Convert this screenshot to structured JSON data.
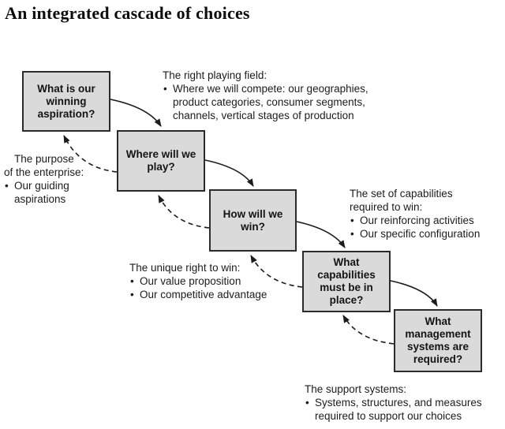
{
  "title": "An integrated cascade of choices",
  "diagram": {
    "boxes": [
      {
        "label": "What is our winning aspiration?"
      },
      {
        "label": "Where will we play?"
      },
      {
        "label": "How will we win?"
      },
      {
        "label": "What capabilities must be in place?"
      },
      {
        "label": "What management systems are required?"
      }
    ],
    "annotations": [
      {
        "heading": "The right playing field:",
        "bullets": [
          "Where we will compete: our geographies,\nproduct categories, consumer segments,\nchannels, vertical stages of production"
        ]
      },
      {
        "heading": "The purpose\nof the enterprise:",
        "bullets": [
          "Our guiding\naspirations"
        ]
      },
      {
        "heading": "The set of capabilities\nrequired to win:",
        "bullets": [
          "Our reinforcing activities",
          "Our specific configuration"
        ]
      },
      {
        "heading": "The unique right to win:",
        "bullets": [
          "Our value proposition",
          "Our competitive advantage"
        ]
      },
      {
        "heading": "The support systems:",
        "bullets": [
          "Systems, structures, and measures\nrequired to support our choices"
        ]
      }
    ],
    "colors": {
      "background": "#ffffff",
      "box_fill": "#dadada",
      "box_border": "#2b2b2b",
      "text": "#1c1c1c",
      "arrow": "#1c1c1c"
    }
  }
}
